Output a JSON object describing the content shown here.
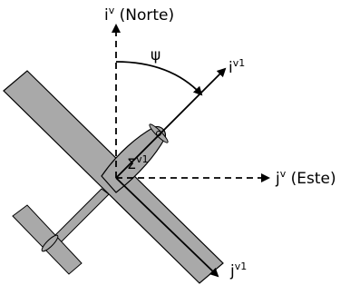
{
  "diagram": {
    "axes": {
      "north": {
        "base": "i",
        "superscript": "v",
        "suffix": " (Norte)"
      },
      "east": {
        "base": "j",
        "superscript": "v",
        "suffix": " (Este)"
      },
      "body_i": {
        "base": "i",
        "superscript": "v1"
      },
      "body_j": {
        "base": "j",
        "superscript": "v1"
      }
    },
    "angle_label": "ψ",
    "frame_label": {
      "base": "Σ",
      "superscript": "v1"
    },
    "colors": {
      "aircraft_fill": "#a9a9a9",
      "outline": "#000000",
      "background": "#ffffff"
    }
  }
}
